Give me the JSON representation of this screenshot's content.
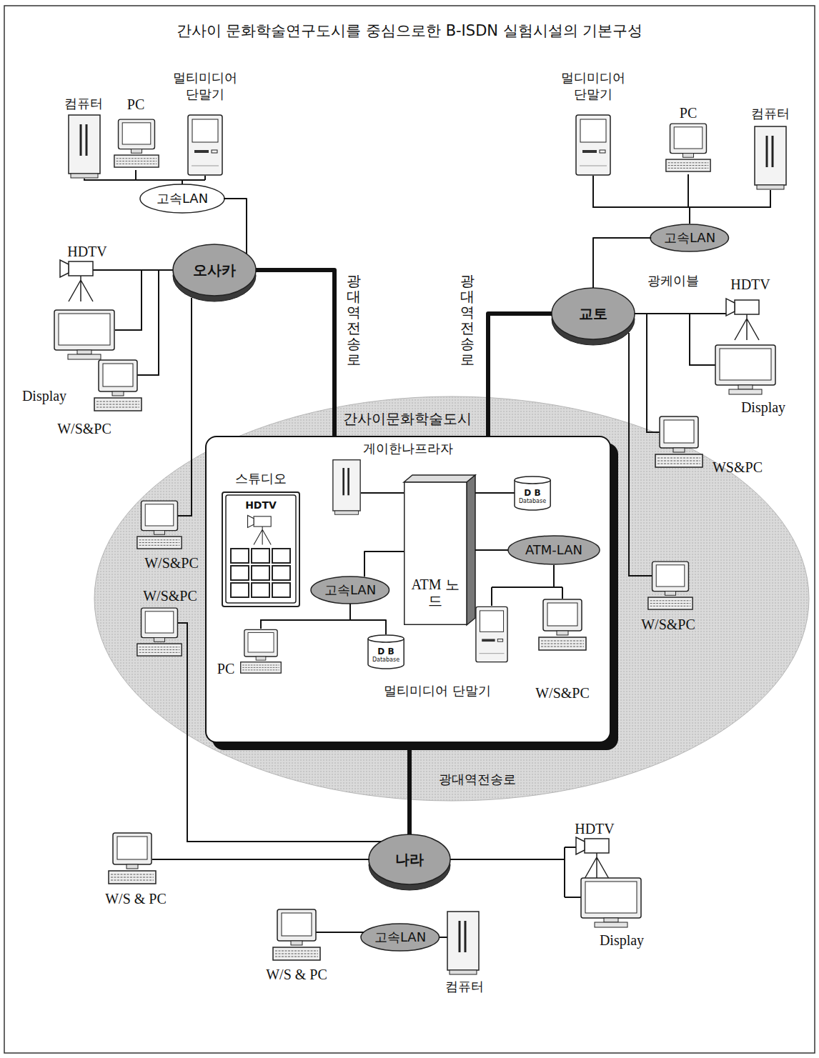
{
  "diagram": {
    "title": "간사이 문화학술연구도시를 중심으로한 B-ISDN 실험시설의 기본구성",
    "nodes": [
      {
        "text": [
          "오사카"
        ]
      },
      {
        "text": [
          "교토"
        ]
      },
      {
        "text": [
          "고속LAN"
        ]
      },
      {
        "text": [
          "고속LAN"
        ]
      },
      {
        "text": [
          "간사이문화학술도시"
        ]
      },
      {
        "text": [
          "게이한나프라자"
        ],
        "in": 4
      },
      {
        "text": [
          "스튜디오",
          "HDTV"
        ],
        "in": 5
      },
      {
        "text": [
          "D B",
          "Database"
        ],
        "in": 5
      },
      {
        "text": [
          "ATM 노드"
        ],
        "in": 5
      },
      {
        "text": [
          "ATM-LAN"
        ],
        "in": 5
      },
      {
        "text": [
          "고속LAN"
        ],
        "in": 5
      },
      {
        "text": [
          "D B",
          "Database"
        ],
        "in": 5
      },
      {
        "text": [
          "나라"
        ]
      },
      {
        "text": [
          "고속LAN"
        ]
      }
    ],
    "edges": [
      {
        "from": 2,
        "to": 0,
        "arrow": "none"
      },
      {
        "from": 3,
        "to": 1,
        "arrow": "none"
      },
      {
        "from": 0,
        "to": 5,
        "arrow": "none",
        "label": "광대역 전송로"
      },
      {
        "from": 1,
        "to": 5,
        "arrow": "none",
        "label": "광대역 전송로"
      },
      {
        "from": 5,
        "to": 12,
        "arrow": "none",
        "label": "광대역전송로"
      },
      {
        "from": 8,
        "to": 7,
        "arrow": "none"
      },
      {
        "from": 8,
        "to": 10,
        "arrow": "none"
      },
      {
        "from": 8,
        "to": 9,
        "arrow": "none"
      },
      {
        "from": 10,
        "to": 11,
        "arrow": "none"
      }
    ],
    "labels": [
      "컴퓨터",
      "PC",
      "멀티미디어 단말기",
      "HDTV",
      "Display",
      "W/S&PC",
      "멀디미디어 단말기",
      "PC",
      "컴퓨터",
      "광케이블",
      "HDTV",
      "Display",
      "WS&PC",
      "W/S&PC",
      "W/S&PC",
      "W/S&PC",
      "PC",
      "멀티미디어 단말기",
      "W/S&PC",
      "W/S & PC",
      "HDTV",
      "Display",
      "W/S & PC",
      "컴퓨터"
    ]
  }
}
